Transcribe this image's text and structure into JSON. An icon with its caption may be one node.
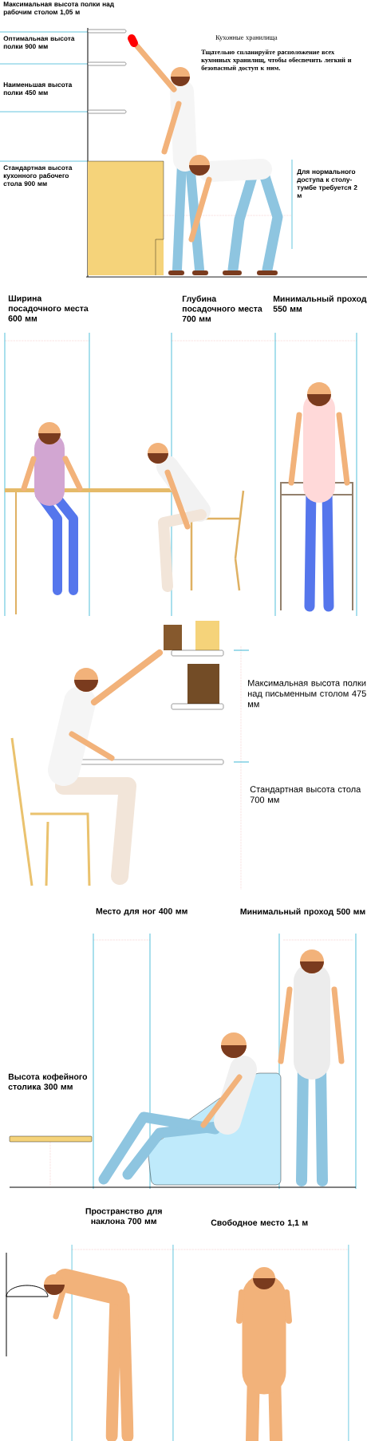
{
  "diagram": {
    "labels": [
      "Максимальная высота полки над рабочим столом 1,05 м",
      "Оптимальная высота полки 900 мм",
      "Наименьшая высота полки 450 мм",
      "Стандартная высота кухонного рабочего стола 900 мм",
      "Кухонные хранилища",
      "Тщательно спланируйте расположение всех кухонных хранилищ, чтобы обеспечить легкий и безопасный доступ к ним.",
      "Для нормального доступа к столу-тумбе требуется 2 м",
      "Ширина посадочного места 600 мм",
      "Глубина посадочного места 700 мм",
      "Минимальный проход 550 мм",
      "Максимальная высота полки над письменным столом 475 мм",
      "Стандартная высота стола 700 мм",
      "Место для ног 400 мм",
      "Минимальный проход 500 мм",
      "Высота кофейного столика 300 мм",
      "Пространство для наклона 700 мм",
      "Свободное место 1,1 м"
    ]
  }
}
